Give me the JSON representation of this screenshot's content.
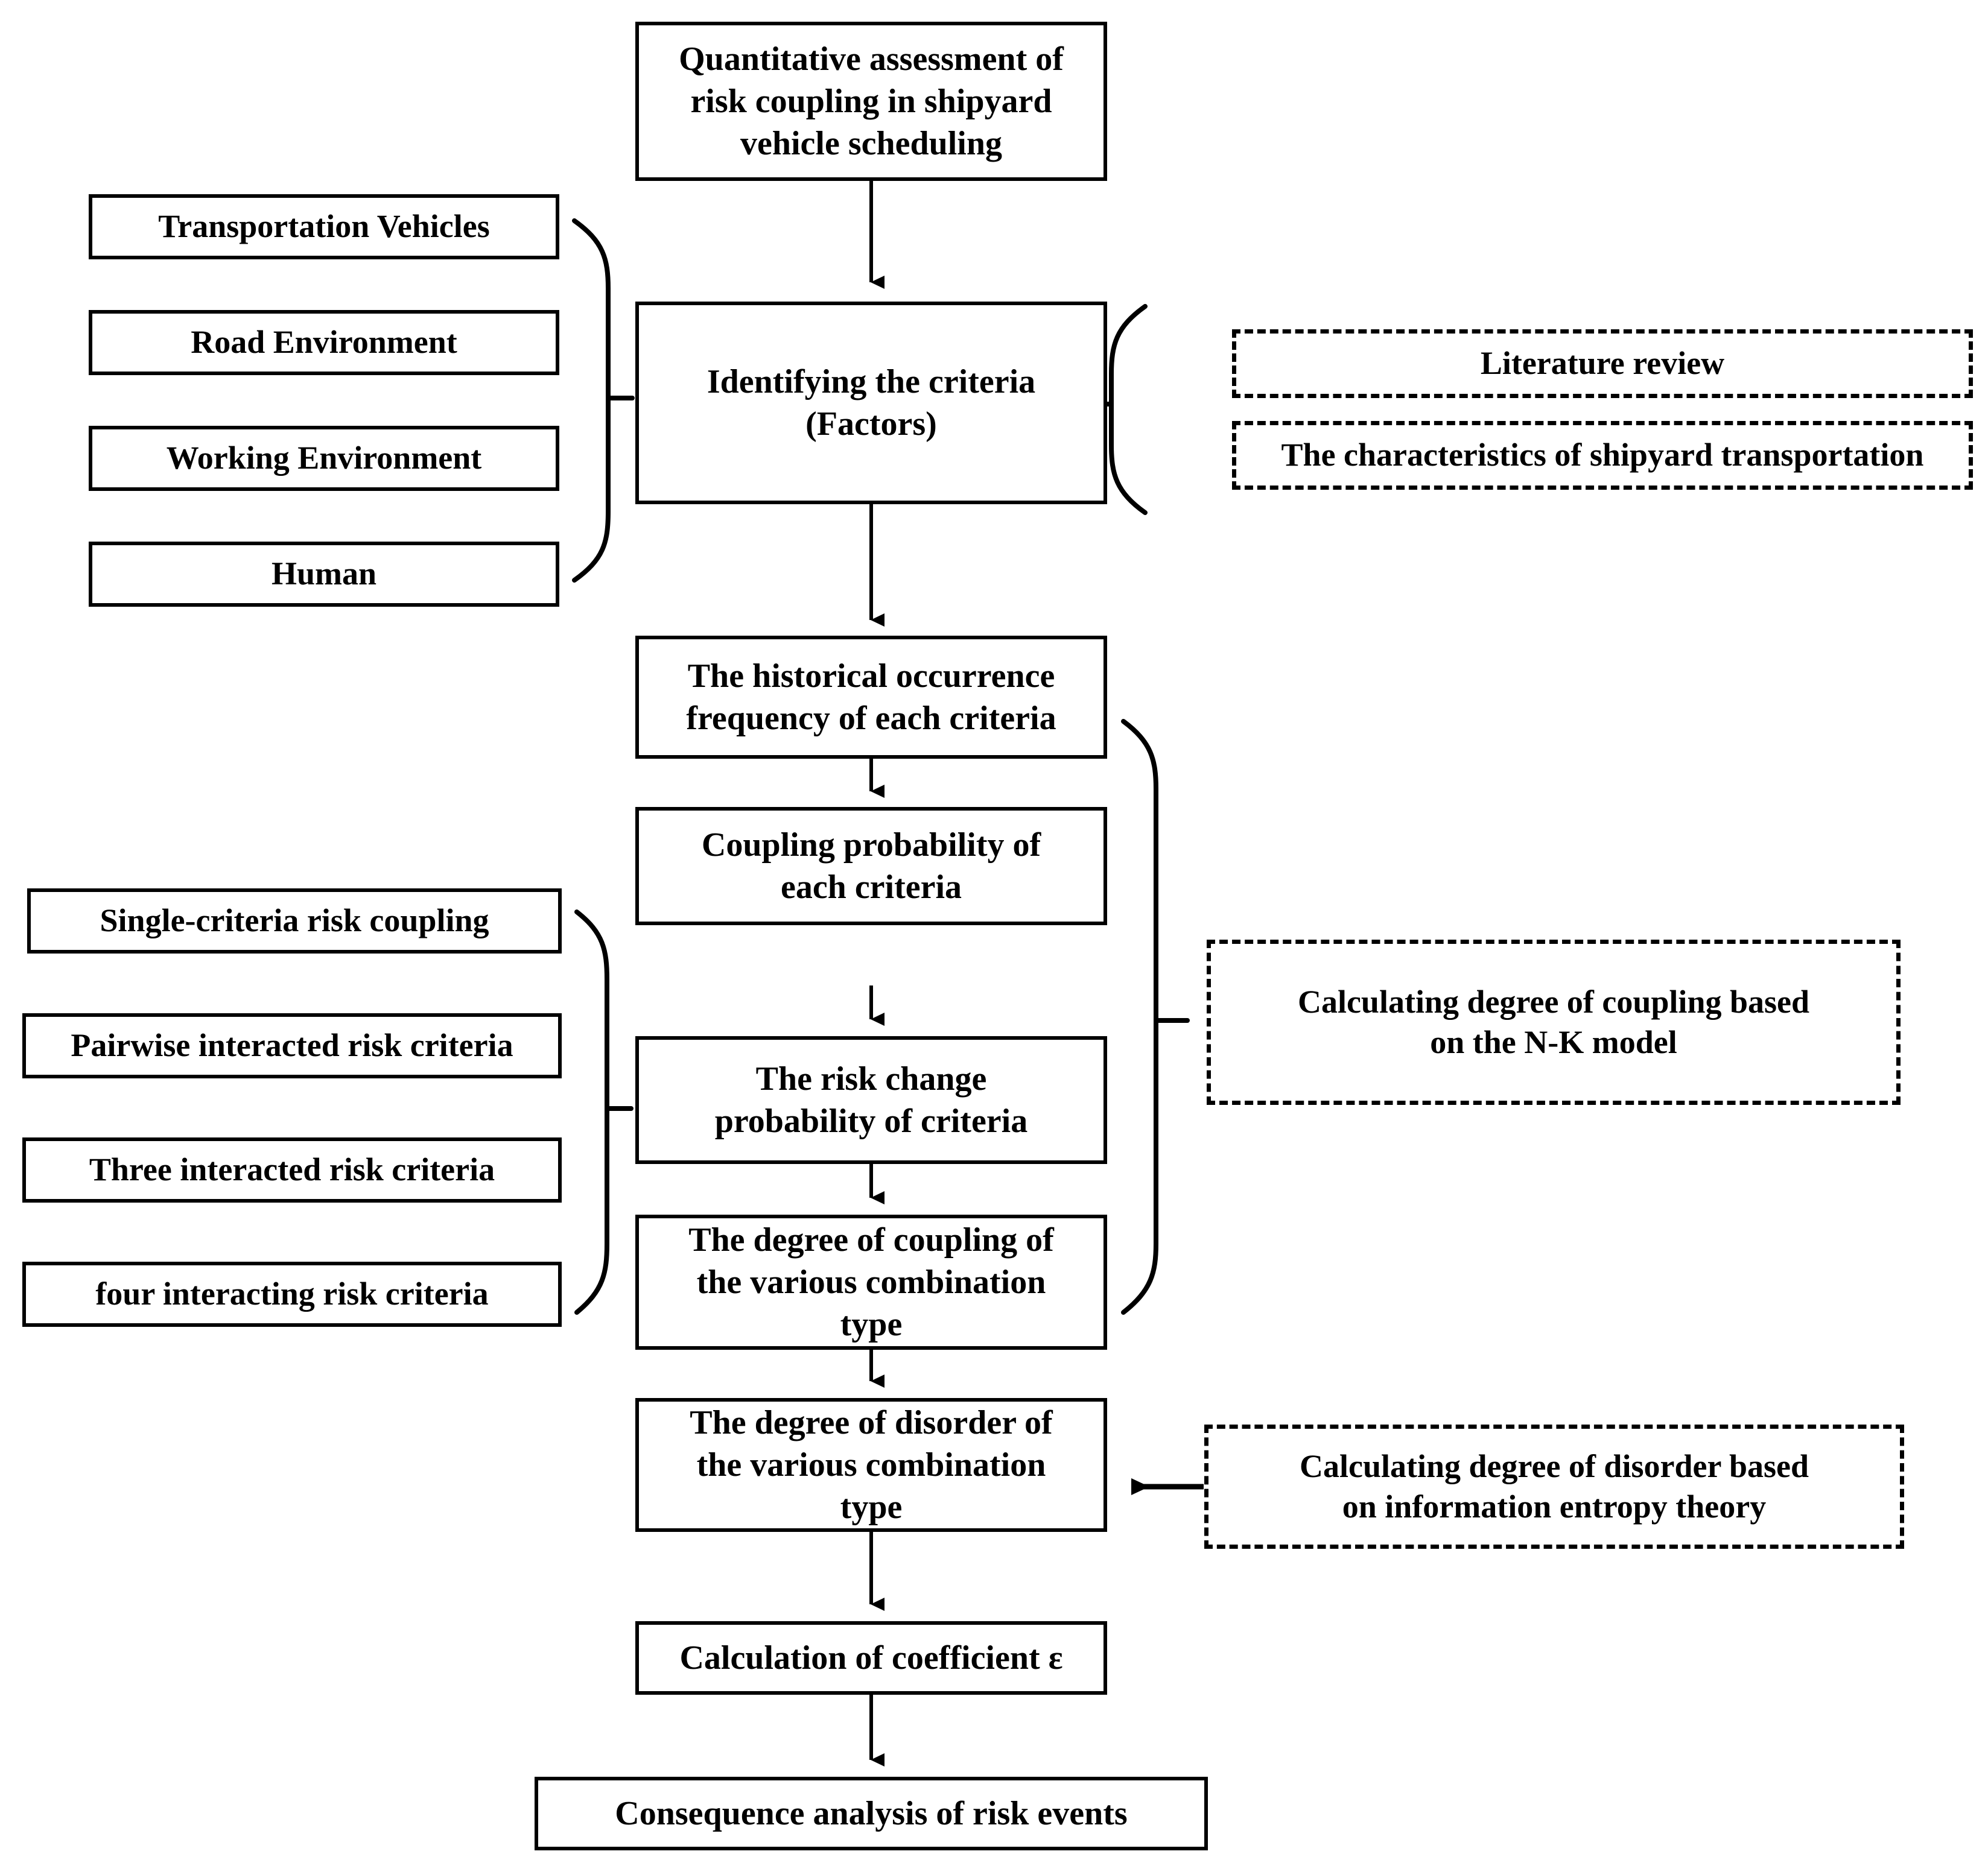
{
  "diagram": {
    "title_box": {
      "label": "Quantitative assessment of\nrisk coupling in shipyard\nvehicle scheduling"
    },
    "main_flow": [
      {
        "id": "identify-criteria",
        "label": "Identifying the criteria\n(Factors)"
      },
      {
        "id": "historical-frequency",
        "label": "The historical occurrence\nfrequency of each criteria"
      },
      {
        "id": "coupling-probability",
        "label": "Coupling probability of\neach criteria"
      },
      {
        "id": "risk-change-probability",
        "label": "The risk change\nprobability of criteria"
      },
      {
        "id": "degree-of-coupling",
        "label": "The degree of coupling  of\nthe various combination\ntype"
      },
      {
        "id": "degree-of-disorder",
        "label": "The degree of disorder  of\nthe various combination\ntype"
      },
      {
        "id": "coefficient",
        "label": "Calculation of coefficient ε"
      },
      {
        "id": "consequence-analysis",
        "label": "Consequence analysis of risk events"
      }
    ],
    "criteria_group": {
      "items": [
        {
          "label": "Transportation Vehicles"
        },
        {
          "label": "Road Environment"
        },
        {
          "label": "Working Environment"
        },
        {
          "label": "Human"
        }
      ]
    },
    "coupling_type_group": {
      "items": [
        {
          "label": "Single-criteria risk coupling"
        },
        {
          "label": "Pairwise interacted risk criteria"
        },
        {
          "label": "Three interacted risk criteria"
        },
        {
          "label": "four interacting risk criteria"
        }
      ]
    },
    "sources_group": {
      "items": [
        {
          "label": "Literature review"
        },
        {
          "label": "The characteristics of shipyard transportation"
        }
      ]
    },
    "method_notes": [
      {
        "id": "nk-model-note",
        "label": "Calculating degree of coupling  based\non the N-K model"
      },
      {
        "id": "entropy-note",
        "label": "Calculating degree of disorder based\non information entropy theory"
      }
    ],
    "colors": {
      "stroke": "#000000",
      "background": "#ffffff",
      "text": "#000000"
    }
  }
}
